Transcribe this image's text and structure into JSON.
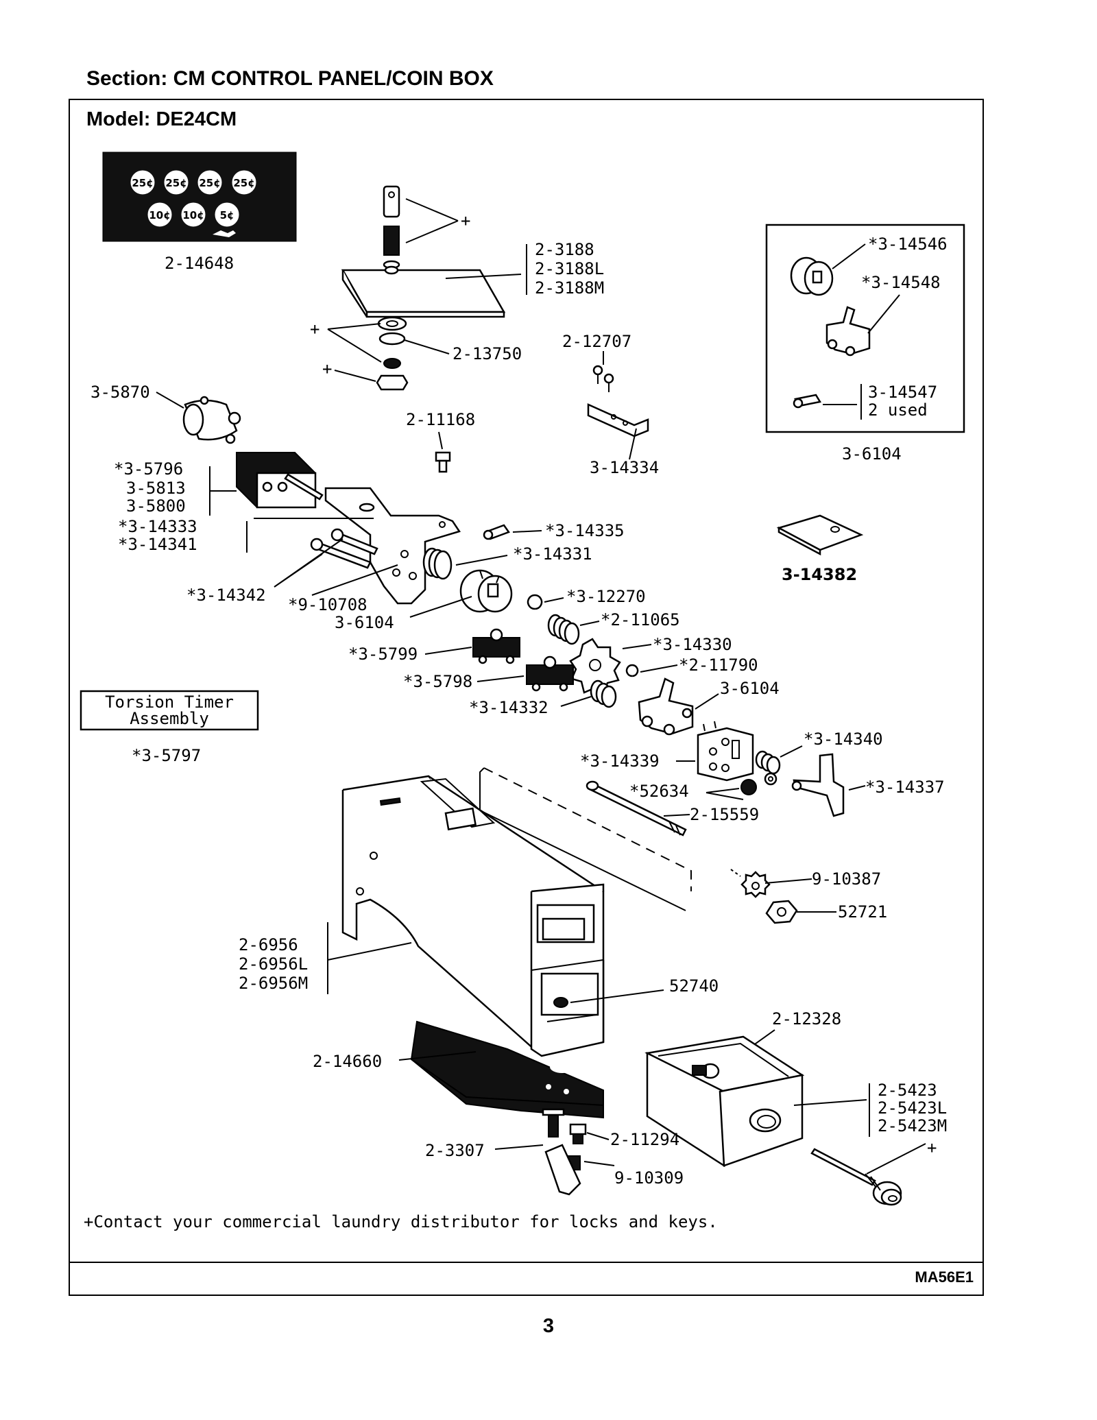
{
  "header": {
    "section_title": "Section:  CM CONTROL PANEL/COIN BOX",
    "model_label": "Model:  DE24CM"
  },
  "coin_panel": {
    "coins_top": [
      "25¢",
      "25¢",
      "25¢",
      "25¢"
    ],
    "coins_bottom": [
      "10¢",
      "10¢",
      "5¢"
    ]
  },
  "labels": {
    "l_2_14648": "2-14648",
    "plus_top": "+",
    "l_2_3188": "2-3188",
    "l_2_3188L": "2-3188L",
    "l_2_3188M": "2-3188M",
    "plus_mid": "+",
    "plus_low": "+",
    "l_2_13750": "2-13750",
    "l_2_12707": "2-12707",
    "l_3_5870": "3-5870",
    "l_2_11168": "2-11168",
    "l_3_14334": "3-14334",
    "l_3_5796": "*3-5796",
    "l_3_5813": "3-5813",
    "l_3_5800": "3-5800",
    "l_3_14333": "*3-14333",
    "l_3_14341": "*3-14341",
    "l_3_14335": "*3-14335",
    "l_3_14331": "*3-14331",
    "l_3_14342": "*3-14342",
    "l_9_10708": "*9-10708",
    "l_3_6104_a": "3-6104",
    "l_3_12270": "*3-12270",
    "l_2_11065": "*2-11065",
    "l_3_5799": "*3-5799",
    "l_3_14330": "*3-14330",
    "l_3_5798": "*3-5798",
    "l_2_11790": "*2-11790",
    "l_3_6104_b": "3-6104",
    "l_3_14332": "*3-14332",
    "torsion_line1": "Torsion Timer",
    "torsion_line2": "Assembly",
    "l_3_5797": "*3-5797",
    "l_3_14339": "*3-14339",
    "l_3_14340": "*3-14340",
    "l_52634": "*52634",
    "l_3_14337": "*3-14337",
    "l_2_15559": "2-15559",
    "l_9_10387": "9-10387",
    "l_52721": "52721",
    "l_2_6956": "2-6956",
    "l_2_6956L": "2-6956L",
    "l_2_6956M": "2-6956M",
    "l_52740": "52740",
    "l_2_12328": "2-12328",
    "l_2_14660": "2-14660",
    "l_2_5423": "2-5423",
    "l_2_5423L": "2-5423L",
    "l_2_5423M": "2-5423M",
    "l_2_11294": "2-11294",
    "l_2_3307": "2-3307",
    "plus_key": "+",
    "l_9_10309": "9-10309",
    "l_3_14546": "*3-14546",
    "l_3_14548": "*3-14548",
    "l_3_14547": "3-14547",
    "l_2_used": "2 used",
    "l_3_6104_inset": "3-6104",
    "l_3_14382": "3-14382"
  },
  "note": "+Contact your commercial laundry distributor for locks and keys.",
  "footer": {
    "code": "MA56E1",
    "page_number": "3"
  }
}
